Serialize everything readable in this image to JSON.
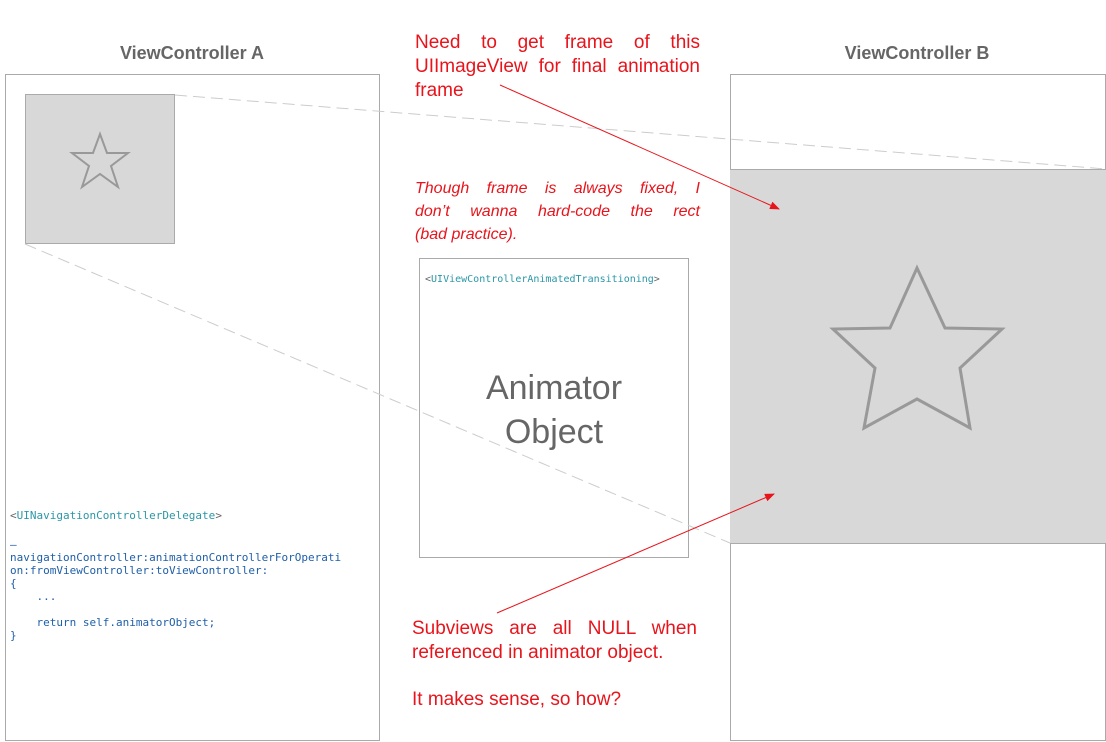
{
  "vc_a": {
    "title": "ViewController A",
    "code": {
      "protocol_open": "<",
      "protocol": "UINavigationControllerDelegate",
      "protocol_close": ">",
      "lines": [
        "–",
        "navigationController:animationControllerForOperati",
        "on:fromViewController:toViewController:",
        "{",
        "    ...",
        "",
        "    return self.animatorObject;",
        "}"
      ]
    }
  },
  "vc_b": {
    "title": "ViewController B"
  },
  "animator": {
    "protocol_open": "<",
    "protocol": "UIViewControllerAnimatedTransitioning",
    "protocol_close": ">",
    "label_line1": "Animator",
    "label_line2": "Object"
  },
  "notes": {
    "frame_note": [
      "Need to get frame of this",
      "UIImageView for final animation",
      "frame"
    ],
    "hardcode_note": [
      "Though frame is always fixed, I",
      "don’t wanna hard-code the rect",
      "(bad practice)."
    ],
    "subviews_note": [
      "Subviews are all NULL when",
      "referenced in animator object."
    ],
    "question": "It makes sense, so how?"
  },
  "colors": {
    "annotation": "#e8141b",
    "image_fill": "#d8d8d8"
  }
}
